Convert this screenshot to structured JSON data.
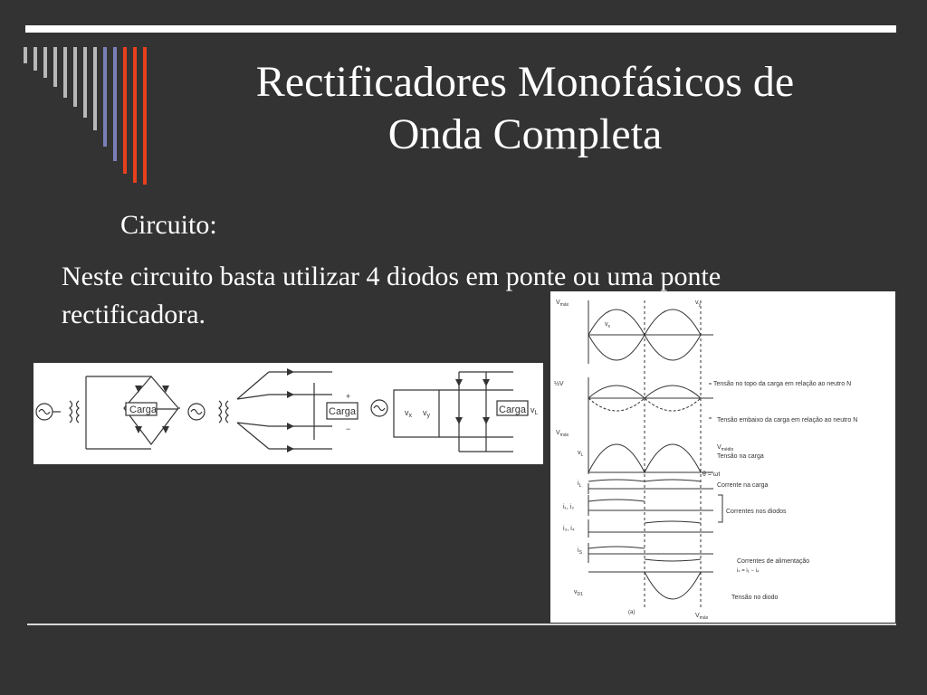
{
  "slide": {
    "title_line1": "Rectificadores Monofásicos de",
    "title_line2": "Onda Completa",
    "subtitle": "Circuito:",
    "body_line1": "Neste circuito basta utilizar 4 diodos em ponte ou uma ponte",
    "body_line2": "rectificadora."
  },
  "colors": {
    "background": "#333333",
    "accent_red": "#e8401c",
    "accent_blue": "#7b7fb8",
    "stripe_gray": "#b8b8b8",
    "text": "#ffffff"
  },
  "circuit_figure": {
    "load_label_1": "Carga",
    "load_label_2": "Carga",
    "load_label_3": "Carga",
    "plus": "+",
    "minus": "−",
    "vx": "v",
    "vx_sub": "x",
    "vy": "v",
    "vy_sub": "y",
    "vl": "v",
    "vl_sub": "L"
  },
  "wave_figure": {
    "vmax_label": "V",
    "vmax_sub": "máx",
    "half_vmax": "½V",
    "annot_top": "Tensão no topo da carga em relação ao neutro N",
    "annot_bottom": "Tensão embaixo da carga em relação ao neutro N",
    "vmedio": "V",
    "vmedio_sub": "médio",
    "tensao_carga": "Tensão na carga",
    "theta": "θ = ωt",
    "corrente_carga": "Corrente na carga",
    "correntes_diodos": "Correntes nos diodos",
    "correntes_alim": "Correntes de alimentação",
    "alim_eq": "iₛ = i₁ − i₄",
    "tensao_diodo": "Tensão no diodo",
    "vmax_bottom": "V",
    "vmax_bottom_sub": "máx",
    "row_vl": "v",
    "row_vl_sub": "L",
    "row_il": "i",
    "row_il_sub": "L",
    "row_i12": "i₁, i₂",
    "row_i34": "i₃, i₄",
    "row_is": "i",
    "row_is_sub": "S",
    "row_vd1": "v",
    "row_vd1_sub": "D1",
    "wave_vx": "v",
    "wave_vx_sub": "x",
    "wave_vy": "v",
    "wave_vy_sub": "y",
    "fig_tag": "(a)"
  }
}
